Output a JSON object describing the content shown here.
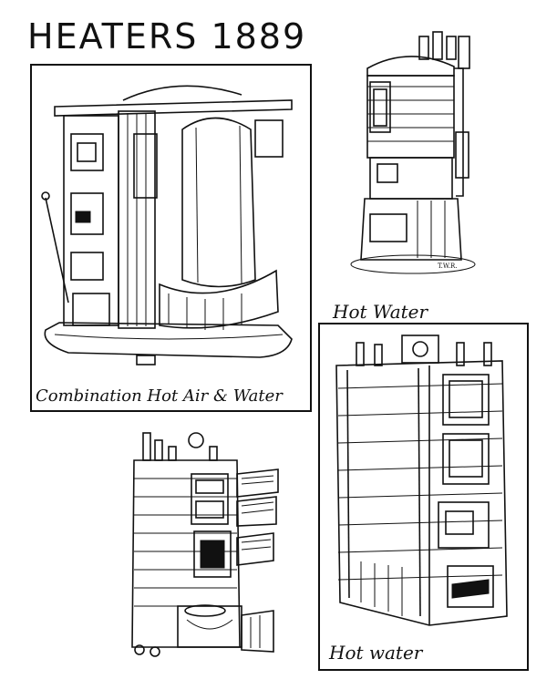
{
  "page": {
    "title": "HEATERS 1889"
  },
  "illustrations": [
    {
      "id": "combination",
      "caption": "Combination Hot Air & Water",
      "icon": "heater-drawing-icon"
    },
    {
      "id": "hot-water-round",
      "caption": "Hot Water",
      "icon": "heater-drawing-icon",
      "signature": "T.W.R."
    },
    {
      "id": "sectional-boiler",
      "caption": "",
      "icon": "heater-drawing-icon"
    },
    {
      "id": "hot-water-tall",
      "caption": "Hot water",
      "icon": "heater-drawing-icon"
    }
  ],
  "colors": {
    "ink": "#111111",
    "paper": "#ffffff"
  }
}
